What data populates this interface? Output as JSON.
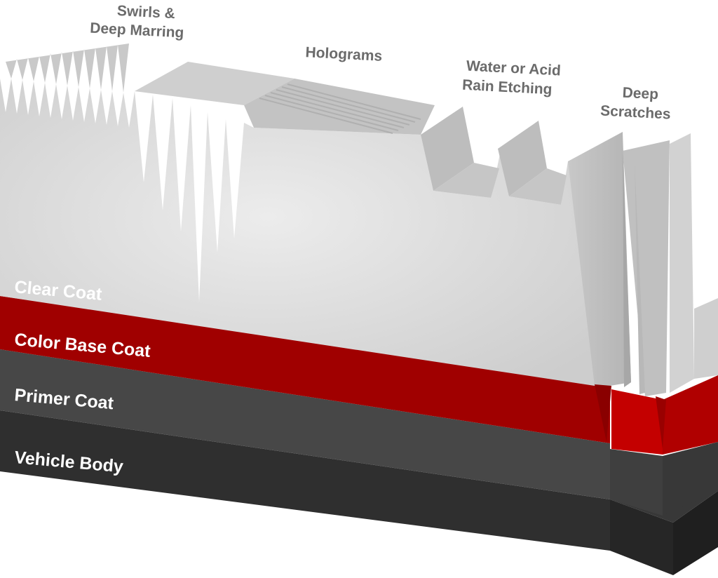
{
  "defect_labels": {
    "swirls_line1": "Swirls &",
    "swirls_line2": "Deep Marring",
    "holograms": "Holograms",
    "etching_line1": "Water or Acid",
    "etching_line2": "Rain Etching",
    "scratches_line1": "Deep",
    "scratches_line2": "Scratches"
  },
  "layer_labels": {
    "clear_coat": "Clear Coat",
    "color_base_coat": "Color Base Coat",
    "primer_coat": "Primer Coat",
    "vehicle_body": "Vehicle Body"
  },
  "colors": {
    "clear_coat": "#d9d9d9",
    "color_base_coat": "#a00000",
    "color_base_coat_side": "#c40000",
    "primer_coat": "#454545",
    "vehicle_body": "#2b2b2b",
    "label_text_dark": "#6b6b6b",
    "label_text_light": "#ffffff"
  }
}
